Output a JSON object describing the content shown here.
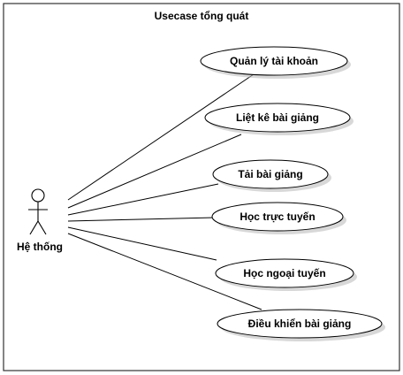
{
  "diagram": {
    "title": "Usecase tổng quát",
    "actor": {
      "label": "Hệ thống",
      "icon": "stick-figure-icon"
    },
    "usecases": [
      {
        "id": "quan-ly-tai-khoan",
        "label": "Quản lý tài khoản"
      },
      {
        "id": "liet-ke-bai-giang",
        "label": "Liệt kê bài giảng"
      },
      {
        "id": "tai-bai-giang",
        "label": "Tải bài giảng"
      },
      {
        "id": "hoc-truc-tuyen",
        "label": "Học trực tuyến"
      },
      {
        "id": "hoc-ngoai-tuyen",
        "label": "Học ngoại tuyến"
      },
      {
        "id": "dieu-khien-bai-giang",
        "label": "Điều khiển bài giảng"
      }
    ]
  }
}
